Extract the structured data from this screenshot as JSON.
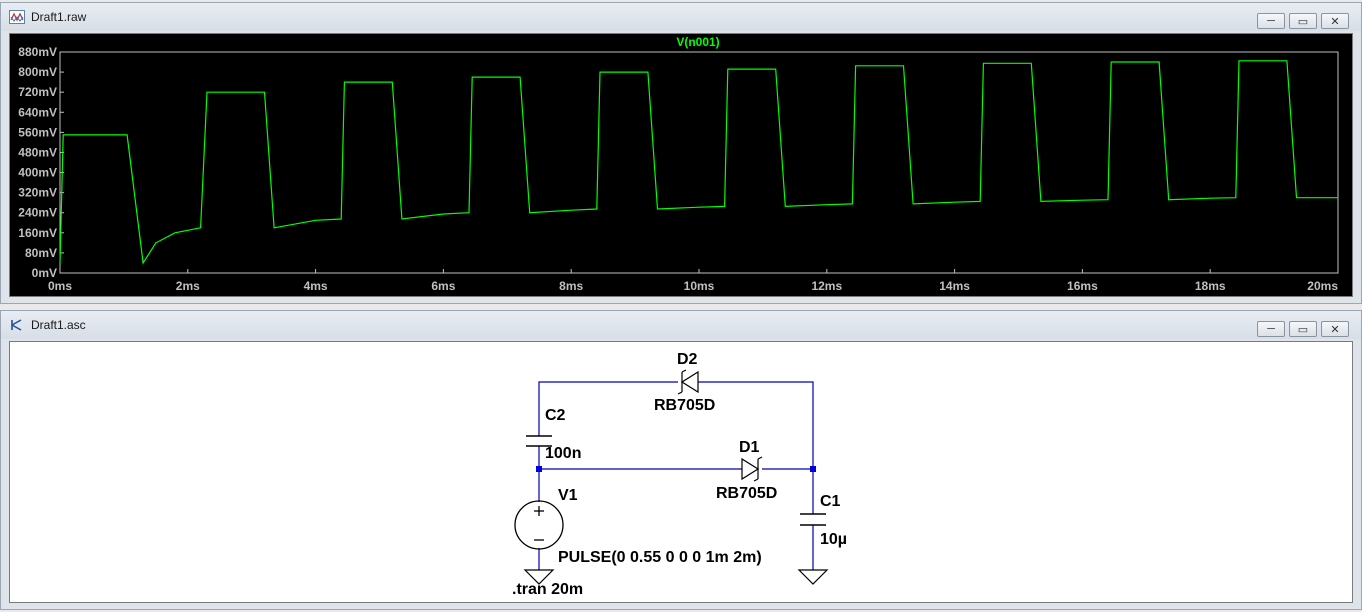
{
  "waveform_window": {
    "title": "Draft1.raw",
    "trace_name": "V(n001)",
    "trace_color": "#00ff00",
    "background": "#000000",
    "y_ticks": [
      "880mV",
      "800mV",
      "720mV",
      "640mV",
      "560mV",
      "480mV",
      "400mV",
      "320mV",
      "240mV",
      "160mV",
      "80mV",
      "0mV"
    ],
    "x_ticks": [
      "0ms",
      "2ms",
      "4ms",
      "6ms",
      "8ms",
      "10ms",
      "12ms",
      "14ms",
      "16ms",
      "18ms",
      "20ms"
    ]
  },
  "schematic_window": {
    "title": "Draft1.asc",
    "components": {
      "d2_name": "D2",
      "d2_model": "RB705D",
      "c2_name": "C2",
      "c2_value": "100n",
      "d1_name": "D1",
      "d1_model": "RB705D",
      "v1_name": "V1",
      "v1_value": "PULSE(0 0.55 0 0 0 1m 2m)",
      "c1_name": "C1",
      "c1_value": "10µ",
      "directive": ".tran 20m"
    }
  },
  "window_buttons": {
    "minimize": "─",
    "restore": "▭",
    "close": "✕"
  },
  "chart_data": {
    "type": "line",
    "title": "V(n001)",
    "xlabel": "",
    "ylabel": "",
    "x_unit": "ms",
    "y_unit": "mV",
    "xlim": [
      0,
      20
    ],
    "ylim": [
      0,
      880
    ],
    "grid": false,
    "series": [
      {
        "name": "V(n001)",
        "points": [
          [
            0,
            40
          ],
          [
            0.05,
            550
          ],
          [
            1.05,
            550
          ],
          [
            1.3,
            40
          ],
          [
            1.5,
            120
          ],
          [
            1.8,
            160
          ],
          [
            2.2,
            180
          ],
          [
            2.3,
            720
          ],
          [
            3.2,
            720
          ],
          [
            3.35,
            180
          ],
          [
            4.0,
            210
          ],
          [
            4.4,
            215
          ],
          [
            4.45,
            760
          ],
          [
            5.2,
            760
          ],
          [
            5.35,
            215
          ],
          [
            6.0,
            235
          ],
          [
            6.4,
            240
          ],
          [
            6.45,
            780
          ],
          [
            7.2,
            780
          ],
          [
            7.35,
            240
          ],
          [
            8.0,
            250
          ],
          [
            8.4,
            255
          ],
          [
            8.45,
            800
          ],
          [
            9.2,
            800
          ],
          [
            9.35,
            255
          ],
          [
            10.0,
            262
          ],
          [
            10.4,
            265
          ],
          [
            10.45,
            812
          ],
          [
            11.2,
            812
          ],
          [
            11.35,
            265
          ],
          [
            12.0,
            272
          ],
          [
            12.4,
            275
          ],
          [
            12.45,
            825
          ],
          [
            13.2,
            825
          ],
          [
            13.35,
            275
          ],
          [
            14.0,
            282
          ],
          [
            14.4,
            285
          ],
          [
            14.45,
            835
          ],
          [
            15.2,
            835
          ],
          [
            15.35,
            285
          ],
          [
            16.0,
            290
          ],
          [
            16.4,
            292
          ],
          [
            16.45,
            840
          ],
          [
            17.2,
            840
          ],
          [
            17.35,
            292
          ],
          [
            18.0,
            298
          ],
          [
            18.4,
            300
          ],
          [
            18.45,
            845
          ],
          [
            19.2,
            845
          ],
          [
            19.35,
            300
          ],
          [
            20.0,
            300
          ]
        ]
      }
    ]
  }
}
